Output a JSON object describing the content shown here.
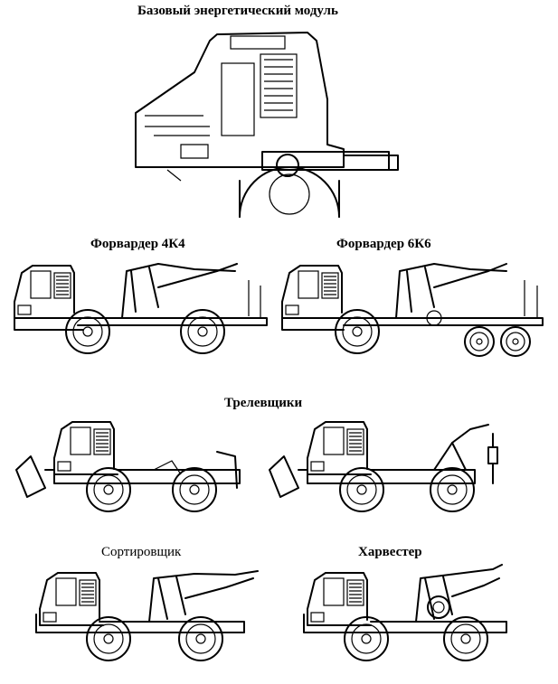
{
  "captions": {
    "base_module": "Базовый энергетический модуль",
    "forwarder_4k4": "Форвардер 4К4",
    "forwarder_6k6": "Форвардер 6К6",
    "skidders": "Трелевщики",
    "sorter": "Сортировщик",
    "harvester": "Харвестер"
  }
}
